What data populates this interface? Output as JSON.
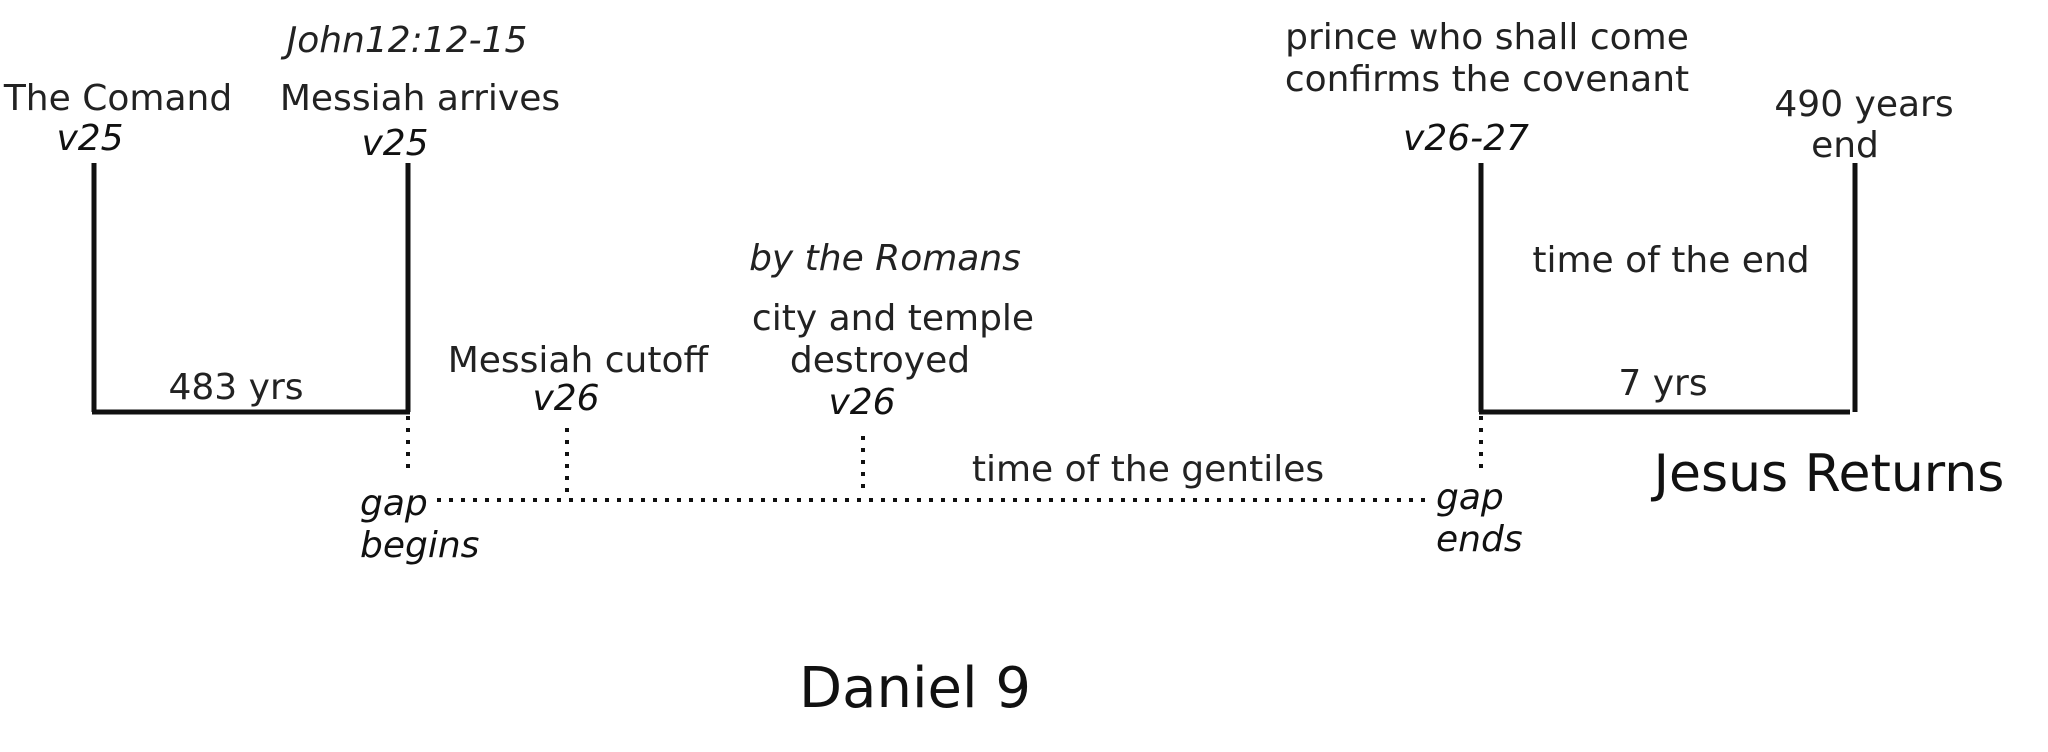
{
  "title": "Daniel 9",
  "colors": {
    "line": "#111111",
    "text": "#222222",
    "background": "#ffffff"
  },
  "events": {
    "command": {
      "label": "The Comand",
      "verse": "v25"
    },
    "messiah_arrives": {
      "reference": "John12:12-15",
      "label": "Messiah arrives",
      "verse": "v25"
    },
    "messiah_cutoff": {
      "label": "Messiah cutoff",
      "verse": "v26"
    },
    "city_destroyed": {
      "note": "by the Romans",
      "label_line1": "city and temple",
      "label_line2": "destroyed",
      "verse": "v26"
    },
    "prince": {
      "label_line1": "prince who shall come",
      "label_line2": "confirms the covenant",
      "verse": "v26-27"
    },
    "years_end": {
      "label_line1": "490 years",
      "label_line2": "end"
    }
  },
  "periods": {
    "first": "483 yrs",
    "last": "7 yrs",
    "end_time": "time of the end",
    "gentiles": "time of the gentiles"
  },
  "gap": {
    "begins_line1": "gap",
    "begins_line2": "begins",
    "ends_line1": "gap",
    "ends_line2": "ends"
  },
  "return_label": "Jesus Returns"
}
